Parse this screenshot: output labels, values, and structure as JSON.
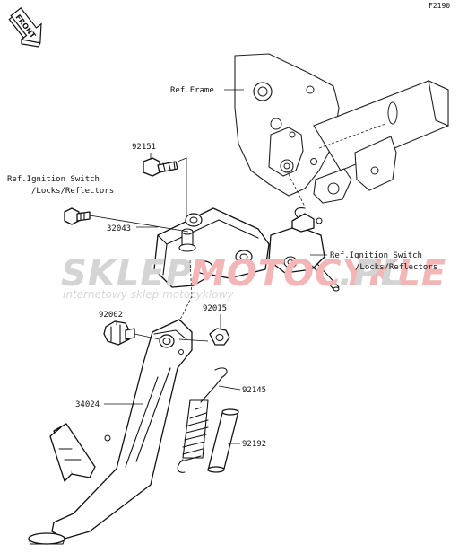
{
  "diagram_code": "F2190",
  "front_badge": "FRONT",
  "watermark": {
    "brand_left": "SKLEP",
    "brand_right": "MOTOCYKLE",
    "tld": ".PL",
    "tagline": "internetowy sklep motocyklowy",
    "color_grey": "#d4d4d4",
    "color_red": "#f3b5b5"
  },
  "labels": {
    "ref_frame": "Ref.Frame",
    "p92151": "92151",
    "ref_ignition_left_1": "Ref.Ignition Switch",
    "ref_ignition_left_2": "/Locks/Reflectors",
    "p32043": "32043",
    "ref_ignition_right_1": "Ref.Ignition Switch",
    "ref_ignition_right_2": "/Locks/Reflectors",
    "p92002": "92002",
    "p92015": "92015",
    "p92145": "92145",
    "p34024": "34024",
    "p92192": "92192"
  }
}
